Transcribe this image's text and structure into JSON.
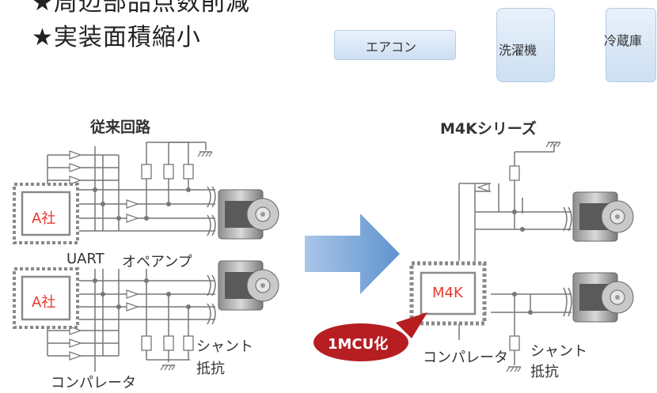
{
  "bullets": {
    "line1": "★周辺部品点数削減",
    "line2": "★実装面積縮小"
  },
  "appliances": [
    {
      "label": "エアコン"
    },
    {
      "label": "洗濯機"
    },
    {
      "label": "冷蔵庫"
    }
  ],
  "left": {
    "title": "従来回路",
    "chip1": "A社",
    "chip2": "A社",
    "uart_label": "UART",
    "opamp_label": "オペアンプ",
    "shunt_label_line1": "シャント",
    "shunt_label_line2": "抵抗",
    "comparator_label": "コンパレータ"
  },
  "right": {
    "title": "M4Kシリーズ",
    "chip": "M4K",
    "callout": "1MCU化",
    "shunt_label_line1": "シャント",
    "shunt_label_line2": "抵抗",
    "comparator_label": "コンパレータ"
  },
  "colors": {
    "chip_text": "#e8382f",
    "chip_gray": "#8a8a8a",
    "arrow": "#7ea7d6",
    "callout": "#b61e22",
    "wire": "#777777"
  }
}
